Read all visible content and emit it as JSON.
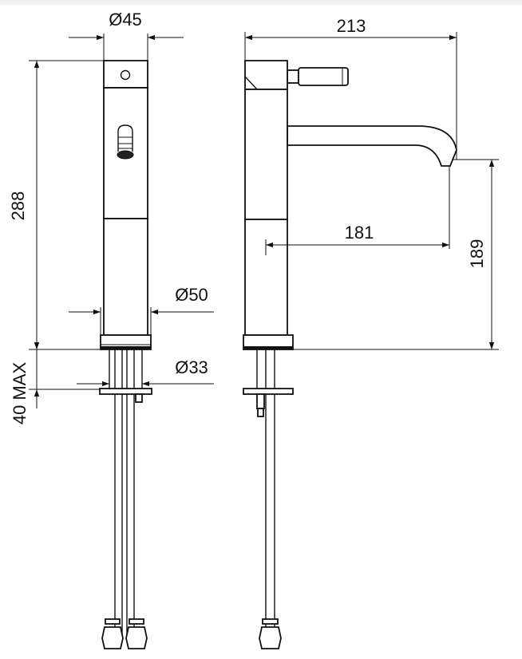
{
  "drawing": {
    "dimensions": {
      "top_diameter": "Ø45",
      "base_diameter": "Ø50",
      "hole_diameter": "Ø33",
      "height": "288",
      "deck_thickness": "40 MAX",
      "overall_width": "213",
      "spout_reach": "181",
      "spout_height": "189"
    }
  }
}
